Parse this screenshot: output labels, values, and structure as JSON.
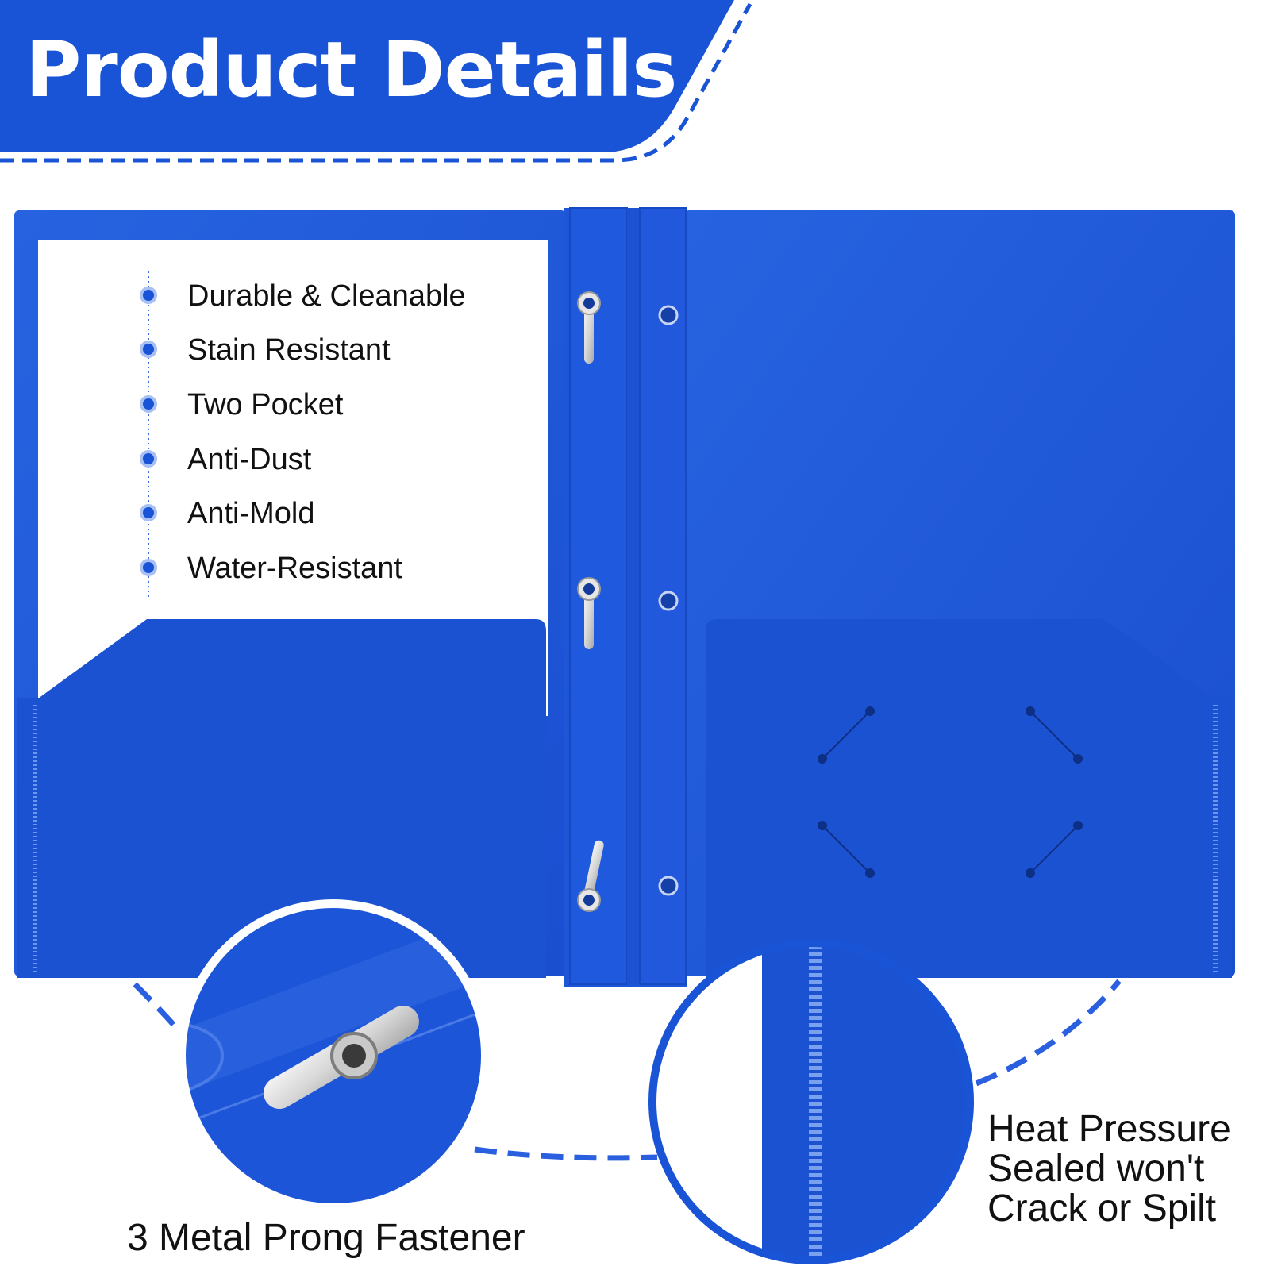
{
  "banner": {
    "title": "Product Details"
  },
  "features": [
    "Durable & Cleanable",
    "Stain Resistant",
    "Two Pocket",
    "Anti-Dust",
    "Anti-Mold",
    "Water-Resistant"
  ],
  "callouts": {
    "fastener": "3 Metal Prong Fastener",
    "seal_lines": [
      "Heat Pressure",
      "Sealed won't",
      "Crack or Spilt"
    ]
  },
  "colors": {
    "accent_blue": "#1a54d6",
    "folder_blue": "#1f57dc",
    "pocket_blue": "#1b52d2",
    "paper_white": "#ffffff"
  },
  "icons": [
    "bullet-dot-icon",
    "prong-fastener-icon",
    "grommet-hole-icon",
    "zoom-circle-icon"
  ]
}
